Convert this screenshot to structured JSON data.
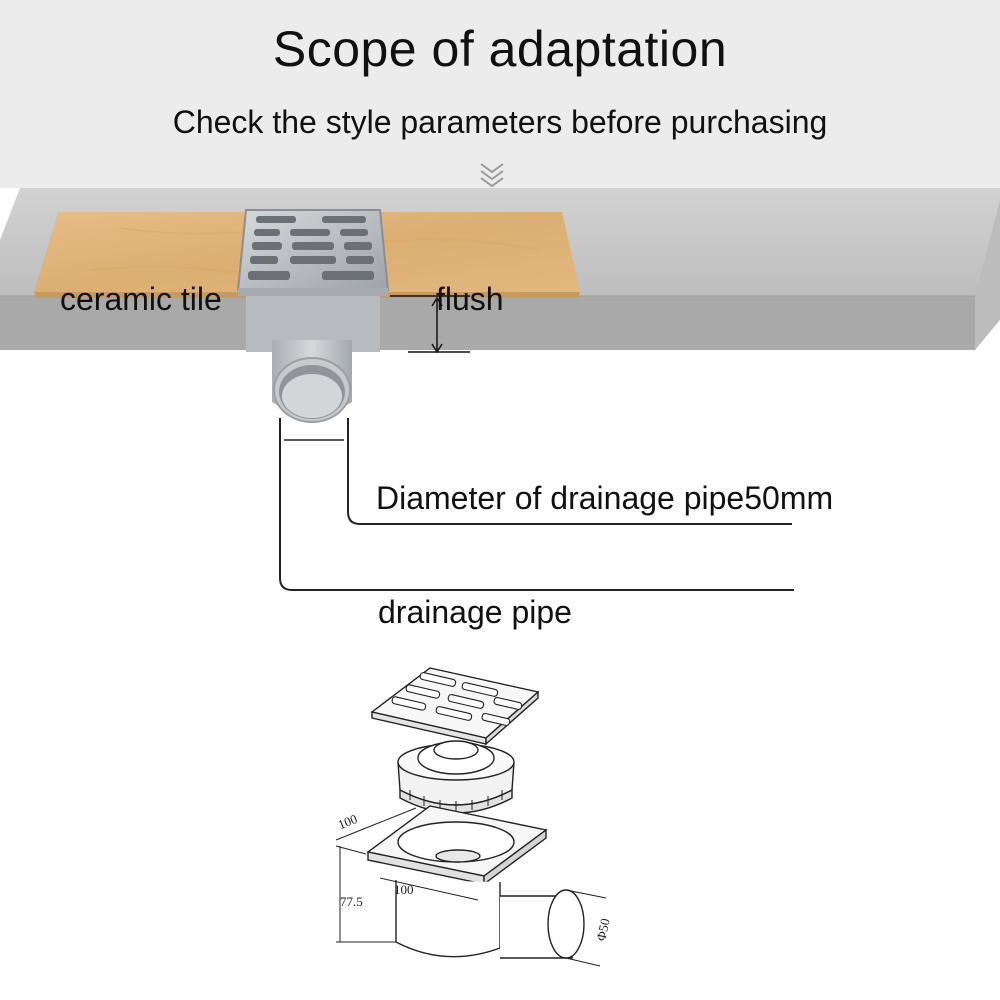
{
  "header": {
    "title": "Scope of adaptation",
    "subtitle": "Check the style parameters before purchasing"
  },
  "labels": {
    "ceramic_tile": "ceramic tile",
    "flush": "flush",
    "pipe_diameter": "Diameter of drainage pipe50mm",
    "drainage_pipe": "drainage pipe"
  },
  "dimensions": {
    "depth_top": "100",
    "width_front": "100",
    "height": "77.5",
    "outlet": "Φ50"
  },
  "colors": {
    "header_bg": "#ececec",
    "slab_top": "#c6c6c6",
    "slab_front": "#a9a9a9",
    "tile": "#e0b57a",
    "metal": "#b8bcc0"
  }
}
